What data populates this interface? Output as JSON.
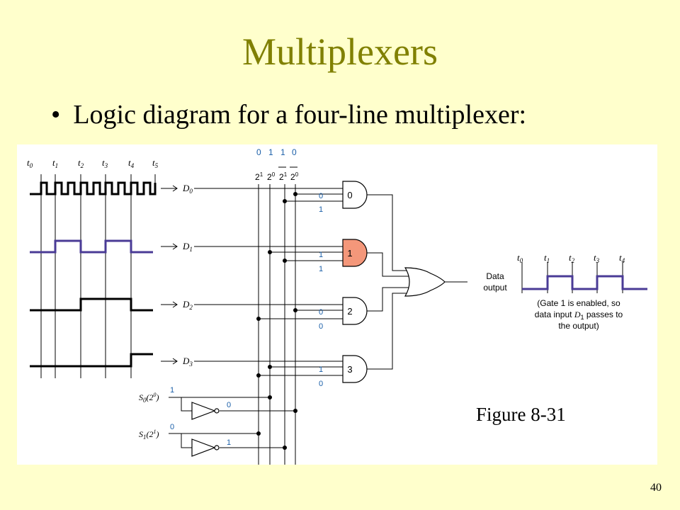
{
  "slide": {
    "title": "Multiplexers",
    "bullet": "Logic diagram for a four-line multiplexer:",
    "figure_caption": "Figure 8-31",
    "page_number": "40"
  },
  "diagram": {
    "time_labels": [
      "t0",
      "t1",
      "t2",
      "t3",
      "t4",
      "t5"
    ],
    "inputs": [
      "D0",
      "D1",
      "D2",
      "D3"
    ],
    "select_bits": [
      "0",
      "1",
      "1",
      "0"
    ],
    "select_lines": [
      "2¹",
      "2⁰",
      "2¹ (bar)",
      "2⁰ (bar)"
    ],
    "gates": [
      "0",
      "1",
      "2",
      "3"
    ],
    "enabled_gate": "1",
    "gate_input_values": [
      [
        "0",
        "1"
      ],
      [
        "1",
        "1"
      ],
      [
        "0",
        "0"
      ],
      [
        "1",
        "0"
      ]
    ],
    "selects": [
      "S0(2⁰)",
      "S1(2¹)"
    ],
    "select_values": [
      "1",
      "0"
    ],
    "inverter_outputs": [
      "0",
      "1"
    ],
    "output_label": [
      "Data",
      "output"
    ],
    "output_time_labels": [
      "t0",
      "t1",
      "t2",
      "t3",
      "t4"
    ],
    "note": [
      "(Gate 1 is enabled, so",
      "data input D1 passes to",
      "the output)"
    ],
    "colors": {
      "title": "#808000",
      "enabled_gate": "#f4977a",
      "signal": "#4a3b96",
      "background": "#ffffcc"
    }
  }
}
